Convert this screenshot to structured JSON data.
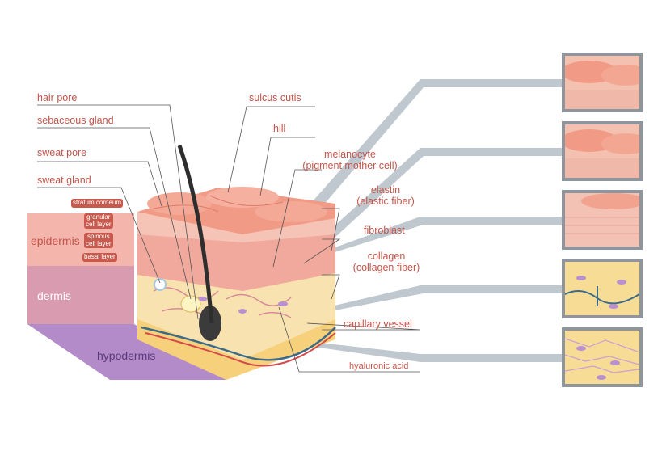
{
  "left_labels": {
    "hair_pore": "hair pore",
    "sebaceous_gland": "sebaceous gland",
    "sweat_pore": "sweat pore",
    "sweat_gland": "sweat gland"
  },
  "epidermis_layers": {
    "stratum_corneum": "stratum corneum",
    "granular_line1": "granular",
    "granular_line2": "cell layer",
    "spinous_line1": "spinous",
    "spinous_line2": "cell layer",
    "basal": "basal layer"
  },
  "tissue_layers": {
    "epidermis": "epidermis",
    "dermis": "dermis",
    "hypodermis": "hypodermis"
  },
  "right_labels": {
    "sulcus_cutis": "sulcus cutis",
    "hill": "hill",
    "melanocyte_line1": "melanocyte",
    "melanocyte_line2": "(pigment mother cell)",
    "elastin_line1": "elastin",
    "elastin_line2": "(elastic fiber)",
    "fibroblast": "fibroblast",
    "collagen_line1": "collagen",
    "collagen_line2": "(collagen fiber)",
    "capillary_vessel": "capillary vessel",
    "hyaluronic_acid": "hyaluronic acid"
  },
  "colors": {
    "label_text": "#c4554a",
    "epidermis_band": "#f4b5ad",
    "dermis_band": "#d99bb0",
    "hypodermis_band": "#b48bc9",
    "thumbnail_border": "#8e959c",
    "leader_band": "#b9c2ca"
  }
}
